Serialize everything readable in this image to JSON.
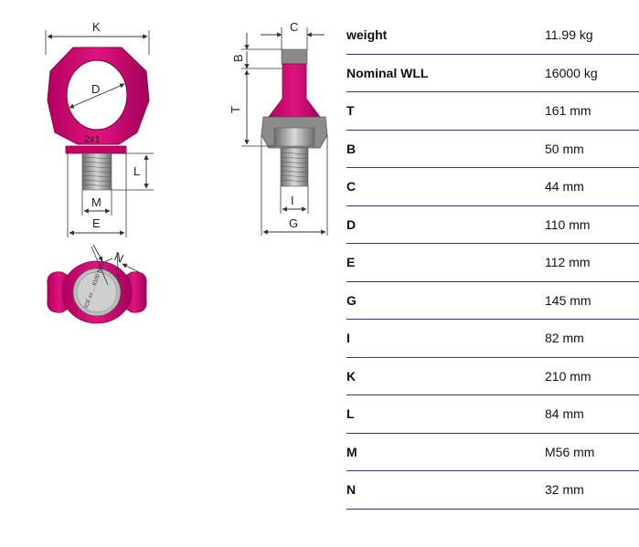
{
  "drawing": {
    "labels": {
      "K": "K",
      "D": "D",
      "L": "L",
      "M": "M",
      "E": "E",
      "C": "C",
      "B": "B",
      "T": "T",
      "I": "I",
      "G": "G",
      "N": "N"
    },
    "ring_marking": "2x1",
    "plate_marking": "ICE xx ... 8100 M20"
  },
  "colors": {
    "magenta": "#d0006f",
    "magenta_dark": "#a8005a",
    "steel": "#9a9a9a",
    "line": "#333333",
    "table_rule": "#2a3a9a"
  },
  "specs": [
    {
      "name": "weight",
      "value": "11.99 kg"
    },
    {
      "name": "Nominal WLL",
      "value": "16000 kg"
    },
    {
      "name": "T",
      "value": "161 mm"
    },
    {
      "name": "B",
      "value": "50 mm"
    },
    {
      "name": "C",
      "value": "44 mm"
    },
    {
      "name": "D",
      "value": "110 mm"
    },
    {
      "name": "E",
      "value": "112 mm"
    },
    {
      "name": "G",
      "value": "145 mm"
    },
    {
      "name": "I",
      "value": "82 mm"
    },
    {
      "name": "K",
      "value": "210 mm"
    },
    {
      "name": "L",
      "value": "84 mm"
    },
    {
      "name": "M",
      "value": "M56 mm"
    },
    {
      "name": "N",
      "value": "32 mm"
    }
  ]
}
